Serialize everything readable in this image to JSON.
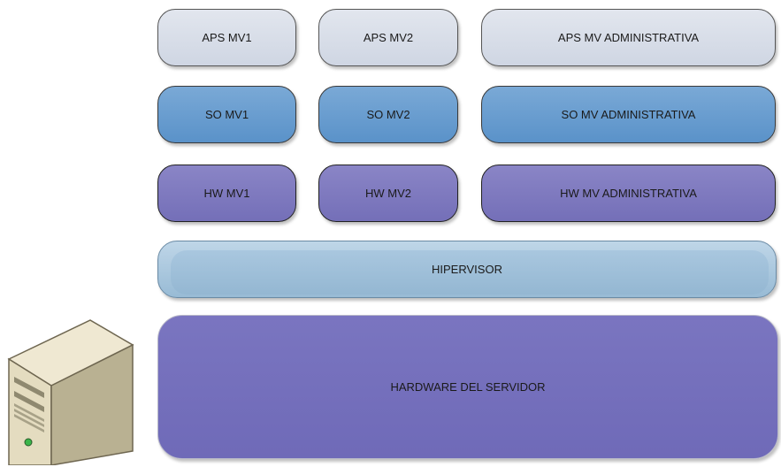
{
  "layers": {
    "aps": [
      "APS MV1",
      "APS MV2",
      "APS MV ADMINISTRATIVA"
    ],
    "so": [
      "SO MV1",
      "SO MV2",
      "SO MV ADMINISTRATIVA"
    ],
    "hw": [
      "HW MV1",
      "HW MV2",
      "HW MV ADMINISTRATIVA"
    ],
    "hypervisor": "HIPERVISOR",
    "hardware": "HARDWARE DEL SERVIDOR"
  },
  "colors": {
    "aps": "#cfd6e3",
    "so": "#5a92c9",
    "hw": "#746fb8",
    "hypervisor": "#98bbd5",
    "hardware": "#6f6ab8"
  },
  "icons": {
    "server": "server-tower-icon"
  }
}
